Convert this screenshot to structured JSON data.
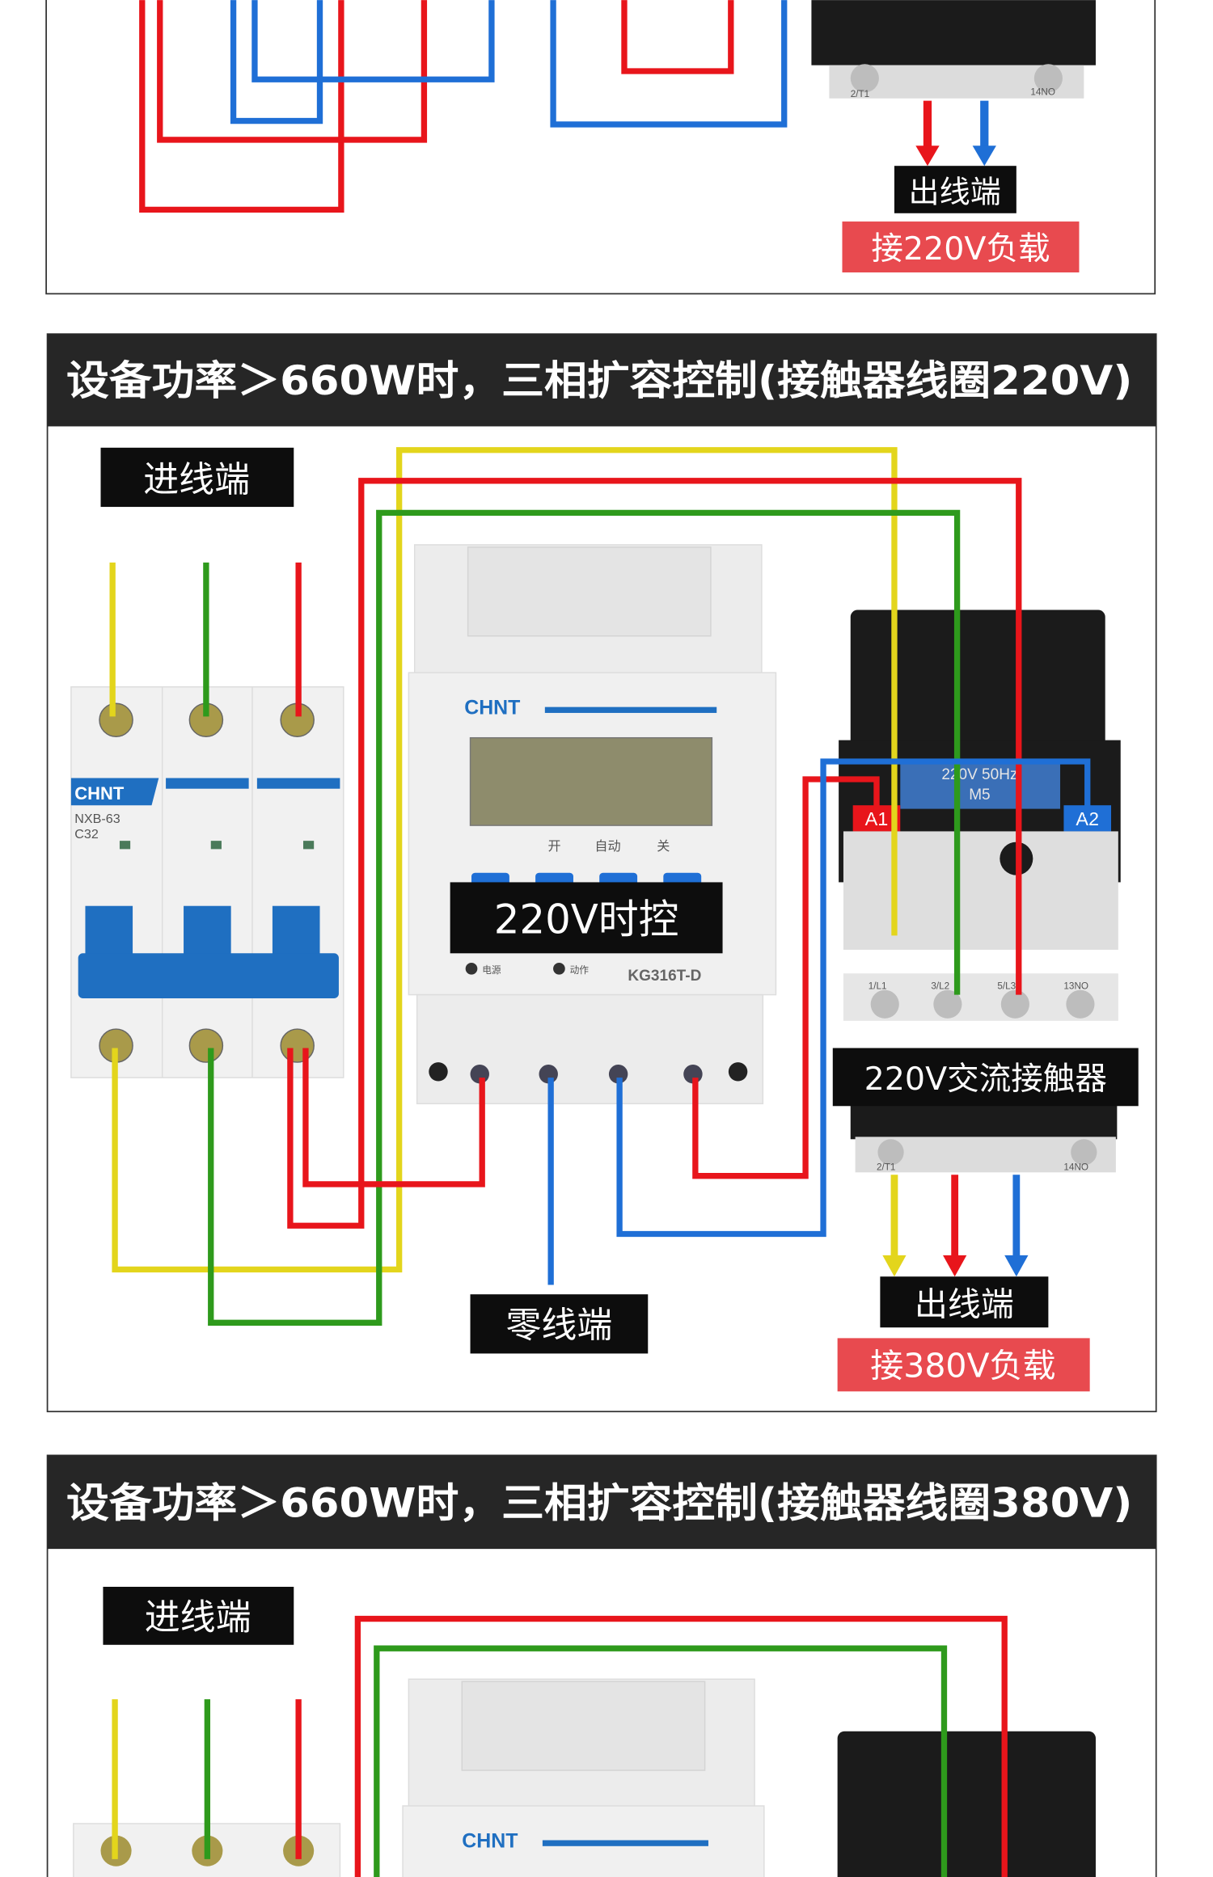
{
  "colors": {
    "red": "#e8151b",
    "blue": "#1f6fd6",
    "yellow": "#e3d51c",
    "green": "#2e9a1c",
    "label_bg": "#0d0d0d",
    "load_bg": "#e84a4f",
    "header_bg": "#262626"
  },
  "section1": {
    "out_label": "出线端",
    "load_label": "接220V负载",
    "contactor_terminals": [
      "2/T1",
      "14NO"
    ]
  },
  "section2": {
    "header": "设备功率＞660W时，三相扩容控制(接触器线圈220V)",
    "in_label": "进线端",
    "timer_label": "220V时控",
    "contactor_label": "220V交流接触器",
    "neutral_label": "零线端",
    "out_label": "出线端",
    "load_label": "接380V负载",
    "breaker": {
      "brand": "CHNT",
      "model": "NXB-63",
      "rating": "C32"
    },
    "timer": {
      "brand": "CHNT",
      "buttons": [
        "开",
        "自动",
        "关"
      ],
      "leds": [
        "电源",
        "动作"
      ],
      "model": "KG316T-D"
    },
    "contactor": {
      "rating": "220V 50Hz",
      "model": "M5",
      "coil_a1": "A1",
      "coil_a2": "A2",
      "top_terminals": [
        "1/L1",
        "3/L2",
        "5/L3",
        "13NO"
      ],
      "bottom_terminals": [
        "2/T1",
        "14NO"
      ]
    }
  },
  "section3": {
    "header": "设备功率＞660W时，三相扩容控制(接触器线圈380V)",
    "in_label": "进线端",
    "timer_brand": "CHNT"
  }
}
